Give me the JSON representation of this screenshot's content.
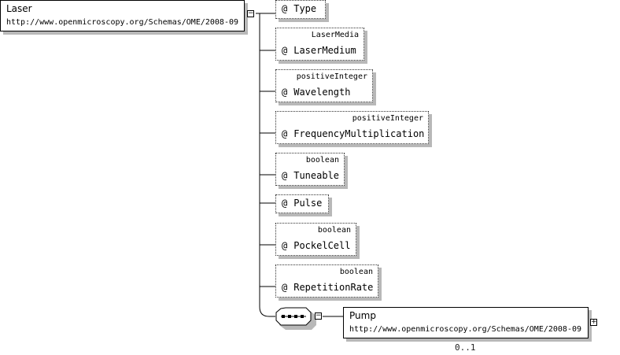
{
  "root": {
    "name": "Laser",
    "namespace": "http://www.openmicroscopy.org/Schemas/OME/2008-09",
    "collapse_symbol": "−"
  },
  "attributes": [
    {
      "symbol": "@",
      "name": "Type",
      "type": ""
    },
    {
      "symbol": "@",
      "name": "LaserMedium",
      "type": "LaserMedia"
    },
    {
      "symbol": "@",
      "name": "Wavelength",
      "type": "positiveInteger"
    },
    {
      "symbol": "@",
      "name": "FrequencyMultiplication",
      "type": "positiveInteger"
    },
    {
      "symbol": "@",
      "name": "Tuneable",
      "type": "boolean"
    },
    {
      "symbol": "@",
      "name": "Pulse",
      "type": ""
    },
    {
      "symbol": "@",
      "name": "PockelCell",
      "type": "boolean"
    },
    {
      "symbol": "@",
      "name": "RepetitionRate",
      "type": "boolean"
    }
  ],
  "sequence": {
    "collapse_symbol": "−"
  },
  "child": {
    "name": "Pump",
    "namespace": "http://www.openmicroscopy.org/Schemas/OME/2008-09",
    "cardinality": "0..1",
    "expand_symbol": "+"
  }
}
